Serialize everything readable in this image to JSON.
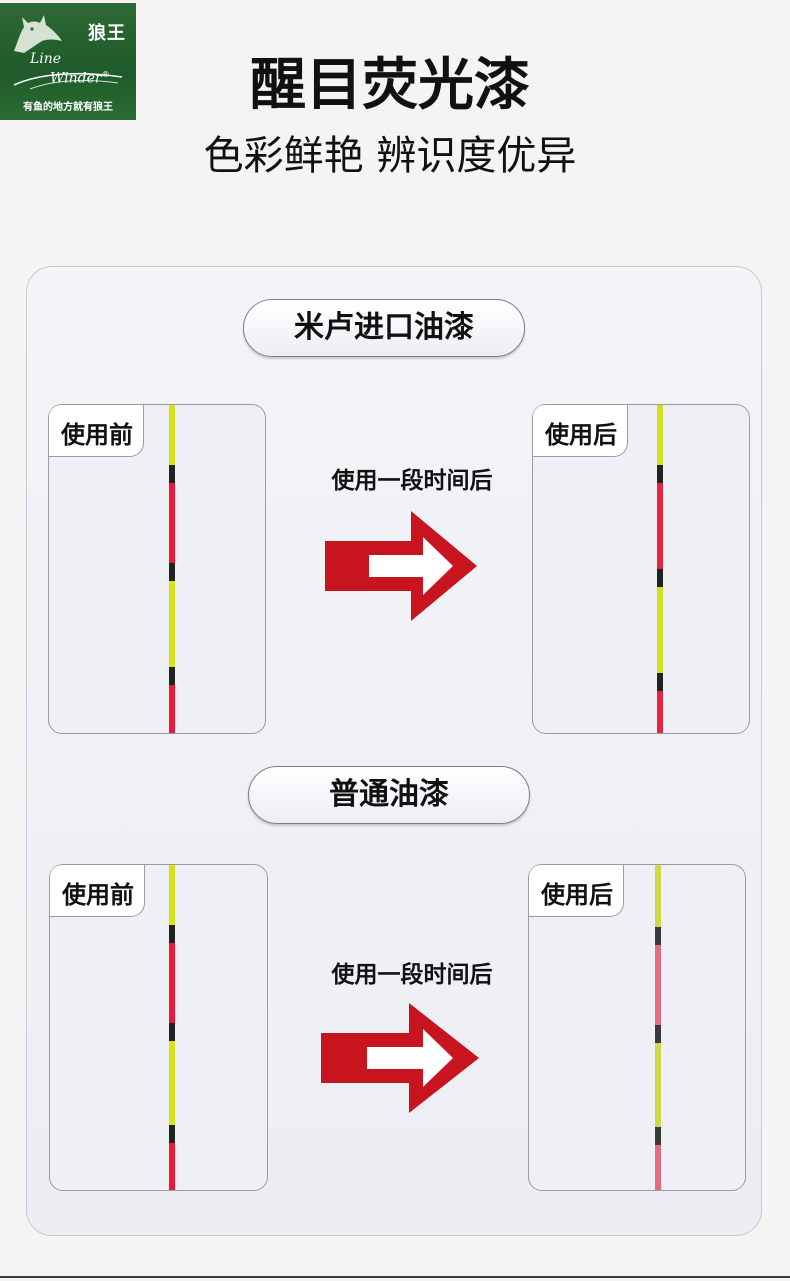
{
  "logo": {
    "brand_cn": "狼王",
    "brand_en_line1": "Line",
    "brand_en_line2": "Winder",
    "registered": "®",
    "slogan": "有鱼的地方就有狼王",
    "icon": "wolf-icon"
  },
  "header": {
    "title": "醒目荧光漆",
    "subtitle": "色彩鲜艳 辨识度优异"
  },
  "sections": [
    {
      "name": "米卢进口油漆",
      "before_label": "使用前",
      "after_label": "使用后",
      "caption": "使用一段时间后",
      "arrow_icon": "right-arrow-icon"
    },
    {
      "name": "普通油漆",
      "before_label": "使用前",
      "after_label": "使用后",
      "caption": "使用一段时间后",
      "arrow_icon": "right-arrow-icon"
    }
  ],
  "colors": {
    "yellow_bright": "#d6e21c",
    "red_bright": "#e8193a",
    "black": "#222222",
    "yellow_faded": "#cfd94a",
    "red_faded": "#e56a82",
    "arrow_red": "#c8141e",
    "logo_green": "#2d6a35"
  }
}
